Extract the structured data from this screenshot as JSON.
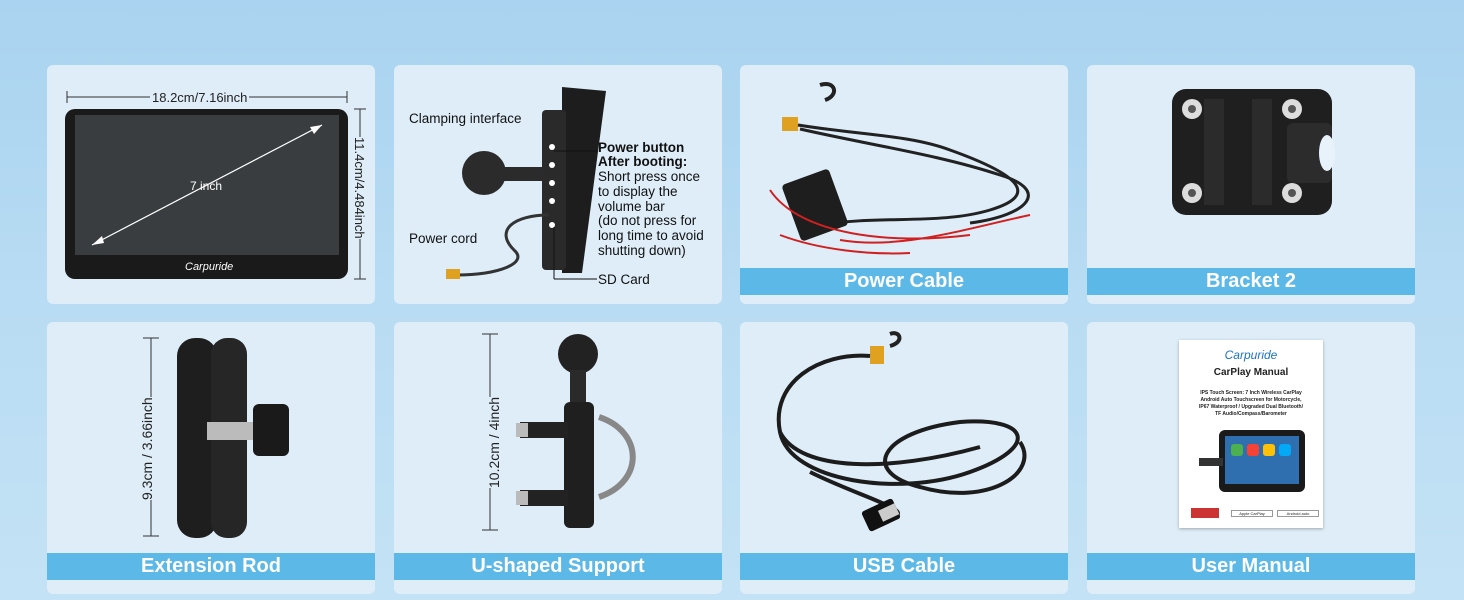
{
  "cards": {
    "screen": {
      "width_label": "18.2cm/7.16inch",
      "height_label": "11.4cm/4.484inch",
      "diag_label": "7 inch",
      "brand": "Carpuride"
    },
    "side": {
      "clamp": "Clamping interface",
      "power_button": "Power button",
      "after_booting": "After booting:",
      "desc": [
        "Short press once",
        "to display the",
        "volume bar",
        "(do not press for",
        "long time to avoid",
        "shutting down)"
      ],
      "power_cord": "Power cord",
      "sd_card": "SD Card"
    },
    "power_cable": {
      "label": "Power Cable"
    },
    "bracket": {
      "label": "Bracket 2"
    },
    "extension": {
      "label": "Extension Rod",
      "dim": "9.3cm / 3.66inch"
    },
    "ushape": {
      "label": "U-shaped Support",
      "dim": "10.2cm / 4inch"
    },
    "usb": {
      "label": "USB Cable"
    },
    "manual": {
      "label": "User Manual",
      "brand": "Carpuride",
      "title": "CarPlay Manual",
      "lines": [
        "IPS Touch Screen: 7 Inch Wireless CarPlay",
        "Android Auto Touchscreen for Motorcycle,",
        "IP67 Waterproof / Upgraded Dual Bluetooth/",
        "TF Audio/Compass/Barometer"
      ],
      "badge1": "Apple CarPlay",
      "badge2": "Android auto"
    }
  },
  "colors": {
    "banner": "#5cb8e6",
    "card": "#deedf8",
    "background": "#b8dcf3"
  }
}
